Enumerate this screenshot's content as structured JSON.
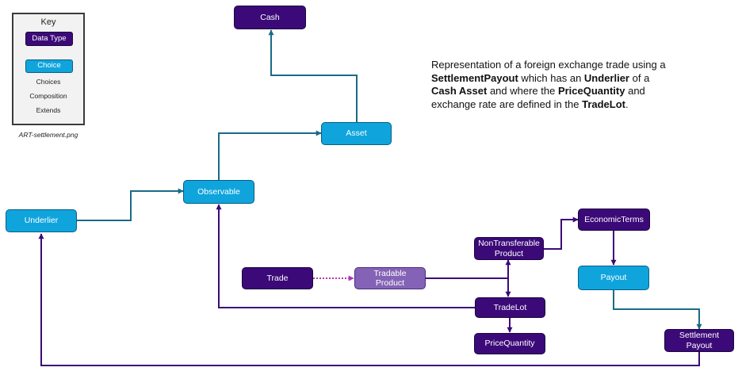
{
  "key": {
    "title": "Key",
    "data_type_label": "Data Type",
    "choice_label": "Choice",
    "choices_label": "Choices",
    "composition_label": "Composition",
    "extends_label": "Extends",
    "caption": "ART-settlement.png"
  },
  "description": [
    {
      "text": "Representation of a foreign exchange trade using a ",
      "bold": false
    },
    {
      "text": "SettlementPayout",
      "bold": true
    },
    {
      "text": " which has an ",
      "bold": false
    },
    {
      "text": "Underlier",
      "bold": true
    },
    {
      "text": " of a ",
      "bold": false
    },
    {
      "text": "Cash Asset",
      "bold": true
    },
    {
      "text": " and where the ",
      "bold": false
    },
    {
      "text": "PriceQuantity",
      "bold": true
    },
    {
      "text": " and exchange rate are defined in the ",
      "bold": false
    },
    {
      "text": "TradeLot",
      "bold": true
    },
    {
      "text": ".",
      "bold": false
    }
  ],
  "colors": {
    "data_type": "#3b0a78",
    "choice": "#0fa4dc",
    "abstract": "#8463b6",
    "choice_arrow": "#1b6b86",
    "composition_arrow": "#3b0a78",
    "extends_arrow": "#b03ab0"
  },
  "nodes": {
    "cash": "Cash",
    "asset": "Asset",
    "observable": "Observable",
    "underlier": "Underlier",
    "trade": "Trade",
    "tradable_product": "Tradable\nProduct",
    "non_transferable_product": "NonTransferable\nProduct",
    "economic_terms": "EconomicTerms",
    "payout": "Payout",
    "trade_lot": "TradeLot",
    "price_quantity": "PriceQuantity",
    "settlement_payout": "Settlement\nPayout"
  }
}
